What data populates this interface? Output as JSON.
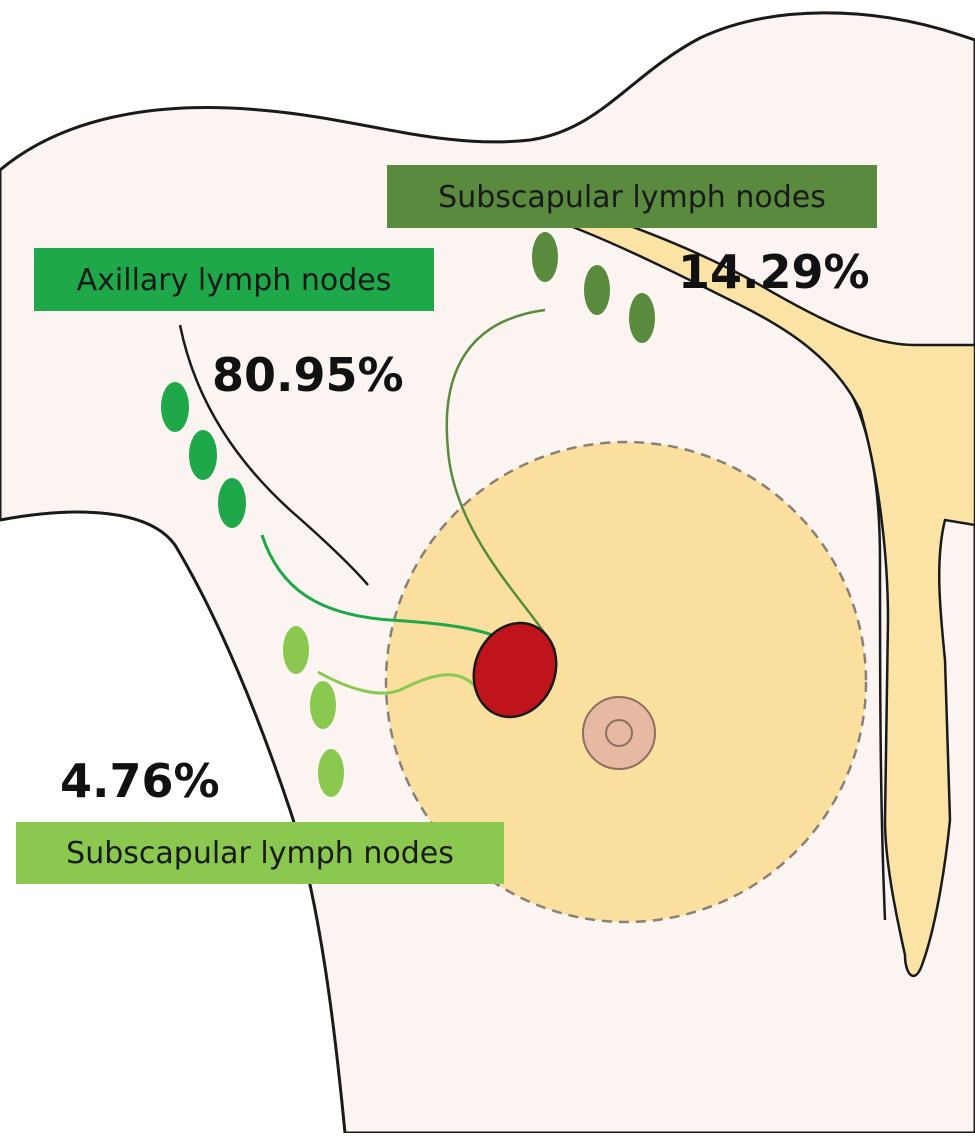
{
  "labels": {
    "subscapular_top": {
      "text": "Subscapular lymph nodes",
      "percent": "14.29%",
      "color": "#5a8a3e"
    },
    "axillary": {
      "text": "Axillary lymph nodes",
      "percent": "80.95%",
      "color": "#1fa84a"
    },
    "subscapular_bottom": {
      "text": "Subscapular lymph nodes",
      "percent": "4.76%",
      "color": "#8ac84f"
    }
  },
  "colors": {
    "body_fill": "#fbf4f1",
    "breast_fill": "#fbdf9e",
    "sternum_fill": "#fbe3a6",
    "tumor_fill": "#c0141c",
    "areola_fill": "#e7b9a2",
    "outline": "#1a1a1a"
  }
}
